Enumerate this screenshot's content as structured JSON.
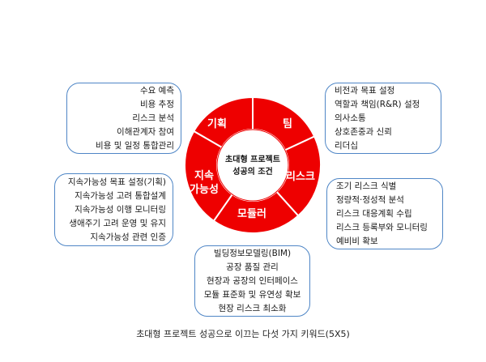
{
  "diagram": {
    "center": [
      "초대형 프로젝트",
      "성공의 조건"
    ],
    "segments": [
      {
        "label": [
          "기획"
        ]
      },
      {
        "label": [
          "팀"
        ]
      },
      {
        "label": [
          "리스크"
        ]
      },
      {
        "label": [
          "모듈러"
        ]
      },
      {
        "label": [
          "지속",
          "가능성"
        ]
      }
    ],
    "colors": {
      "segment": "#ee0000",
      "divider": "#ffffff",
      "box_border": "#4f86c6"
    }
  },
  "boxes": {
    "planning": [
      "수요 예측",
      "비용 추정",
      "리스크 분석",
      "이해관계자 참여",
      "비용 및 일정 통합관리"
    ],
    "team": [
      "비전과 목표 설정",
      "역할과 책임(R&R) 설정",
      "의사소통",
      "상호존중과 신뢰",
      "리더십"
    ],
    "risk": [
      "조기 리스크 식별",
      "정량적·정성적 분석",
      "리스크 대응계획 수립",
      "리스크 등록부와 모니터링",
      "예비비 확보"
    ],
    "sustainability": [
      "지속가능성 목표 설정(기획)",
      "지속가능성 고려 통합설계",
      "지속가능성 이행 모니터링",
      "생애주기 고려 운영 및 유지",
      "지속가능성 관련 인증"
    ],
    "modular": [
      "빌딩정보모델링(BIM)",
      "공장 품질 관리",
      "현장과 공장의 인터페이스",
      "모듈 표준화 및 유연성 확보",
      "현장 리스크 최소화"
    ]
  },
  "caption": "초대형 프로젝트 성공으로 이끄는 다섯 가지 키워드(5X5)"
}
